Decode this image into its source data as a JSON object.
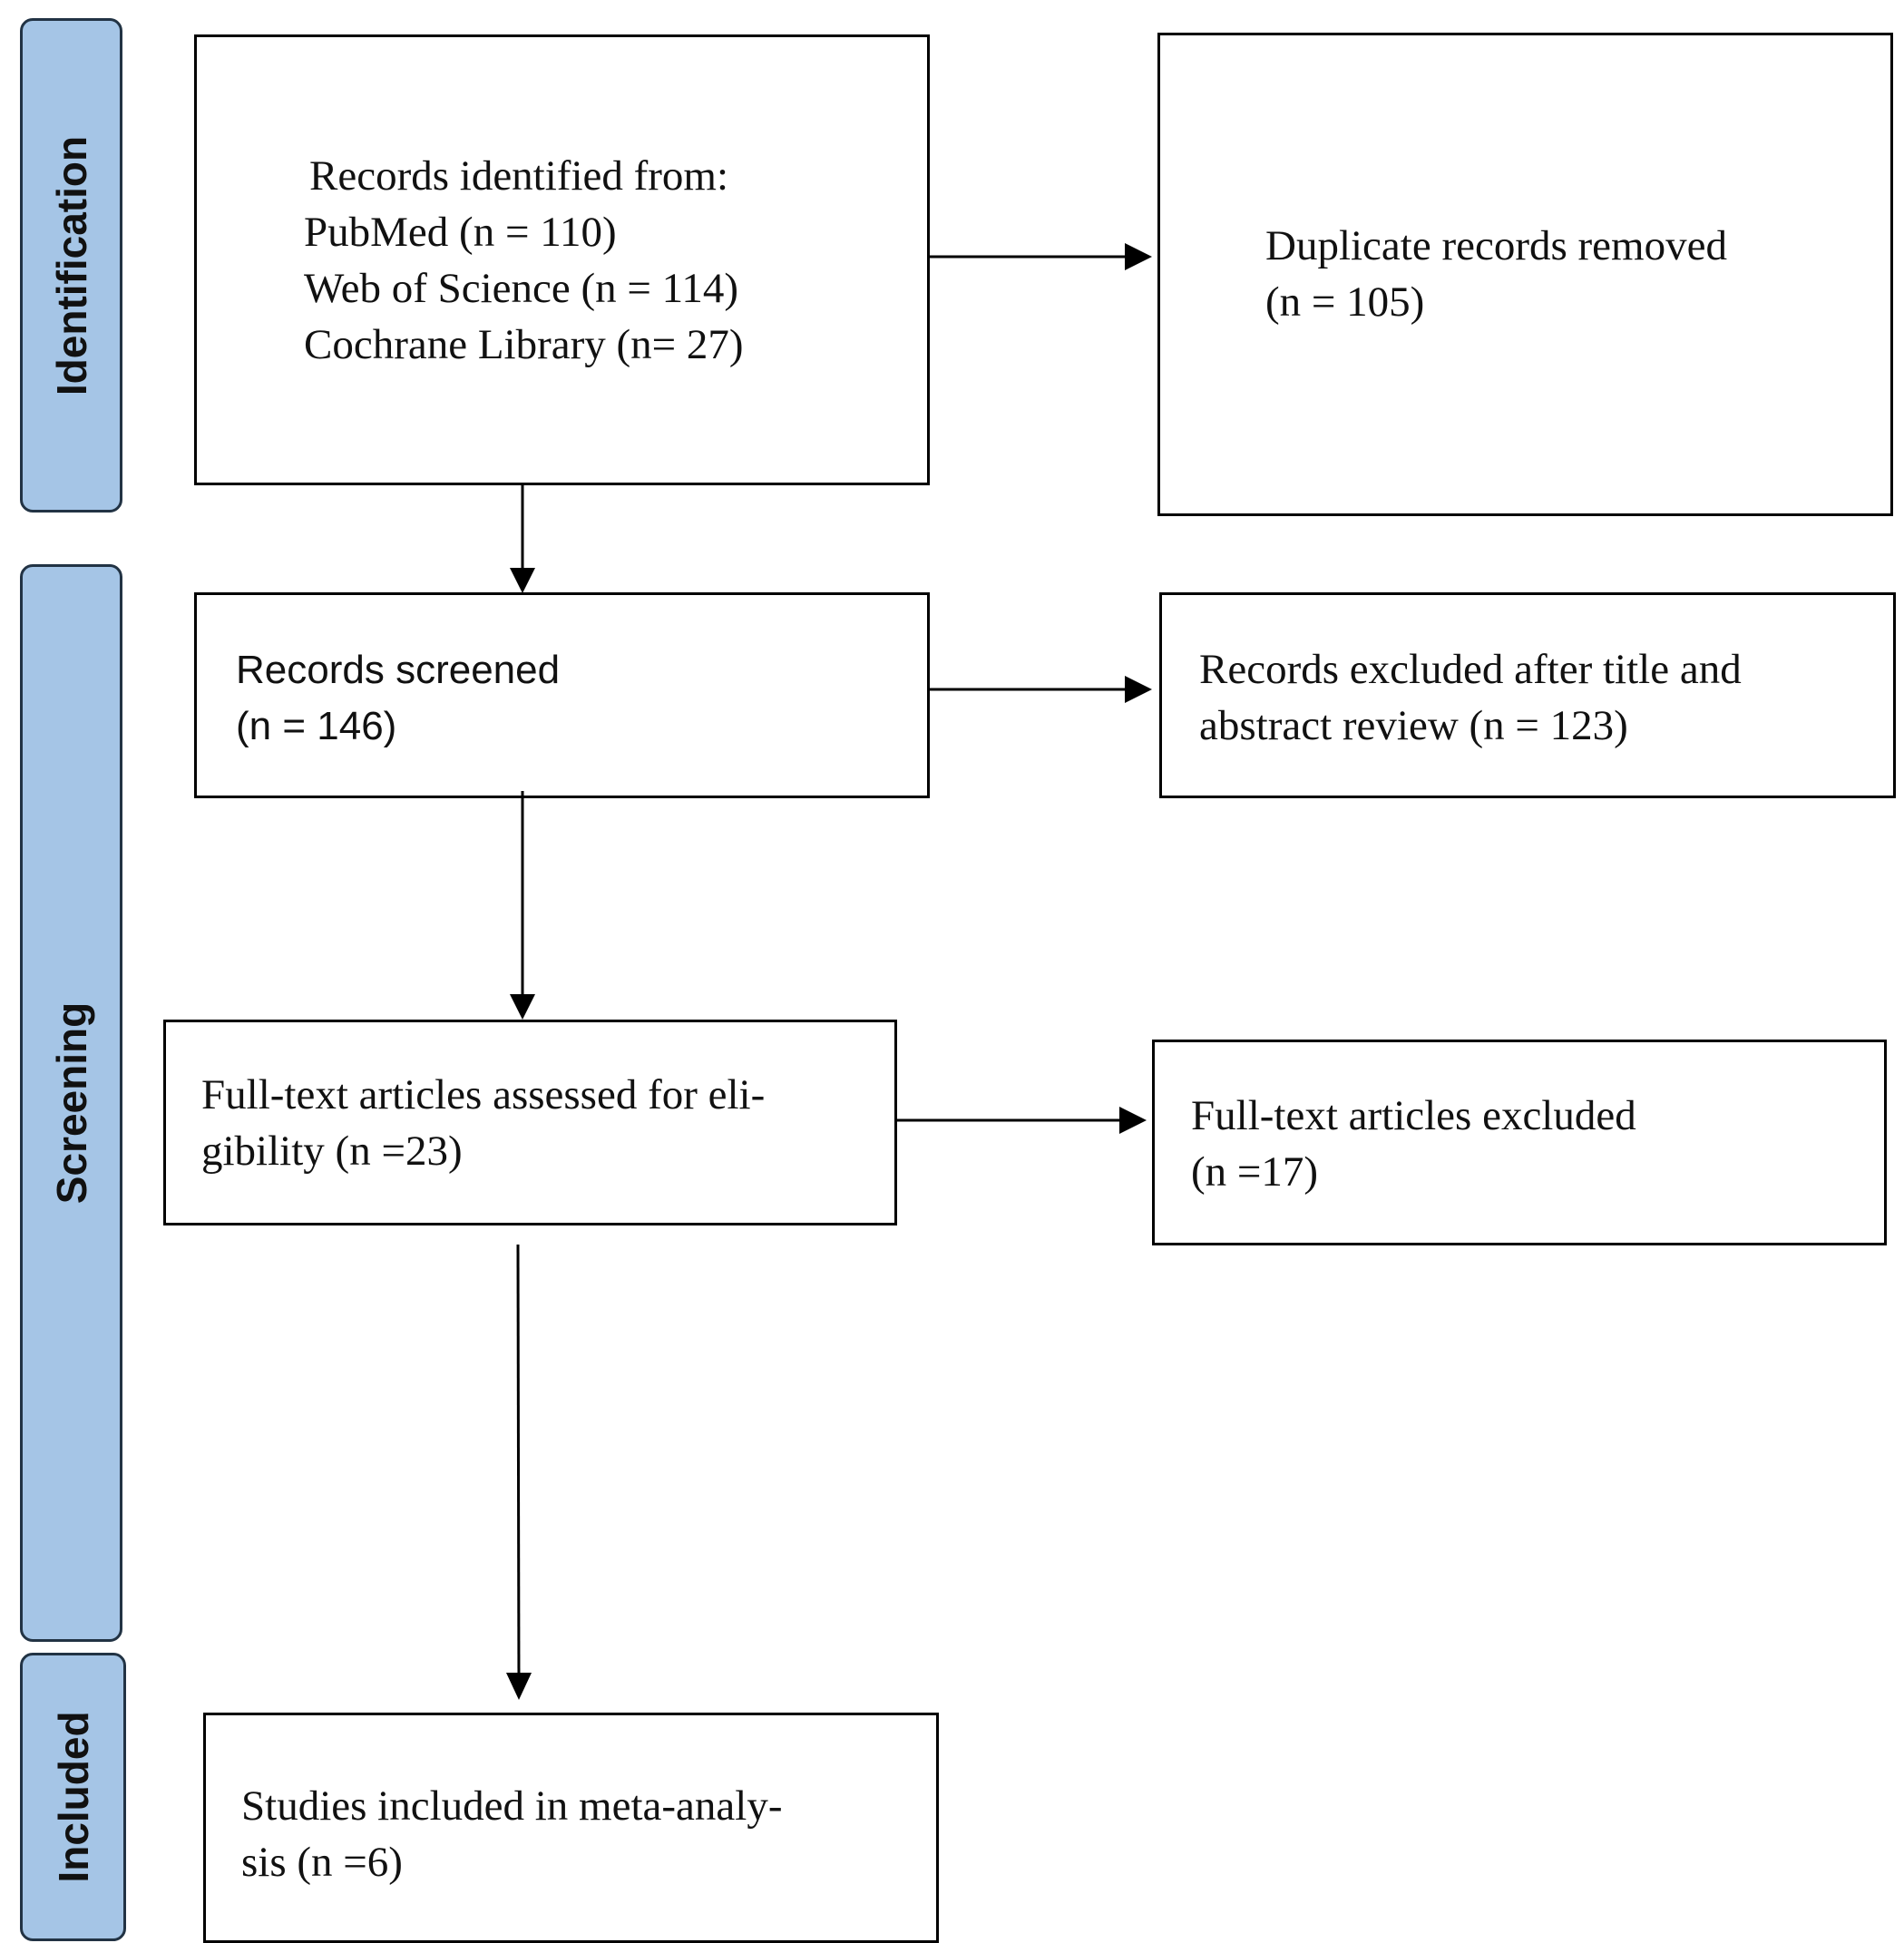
{
  "stages": {
    "identification": "Identification",
    "screening": "Screening",
    "included": "Included"
  },
  "boxes": {
    "records_identified": {
      "lines": [
        "Records identified from:",
        "PubMed (n = 110)",
        "Web of Science (n = 114)",
        "Cochrane Library (n= 27)"
      ]
    },
    "duplicates_removed": {
      "lines": [
        "Duplicate records removed",
        "(n = 105)"
      ]
    },
    "records_screened": {
      "lines": [
        "Records screened",
        "(n = 146)"
      ]
    },
    "records_excluded": {
      "lines": [
        "Records excluded after title and",
        "abstract review (n = 123)"
      ]
    },
    "fulltext_assessed": {
      "lines": [
        "Full-text articles assessed for eli-",
        "gibility (n =23)"
      ]
    },
    "fulltext_excluded": {
      "lines": [
        "Full-text articles excluded",
        "(n =17)"
      ]
    },
    "studies_included": {
      "lines": [
        "Studies included in meta-analy-",
        "sis (n =6)"
      ]
    }
  }
}
